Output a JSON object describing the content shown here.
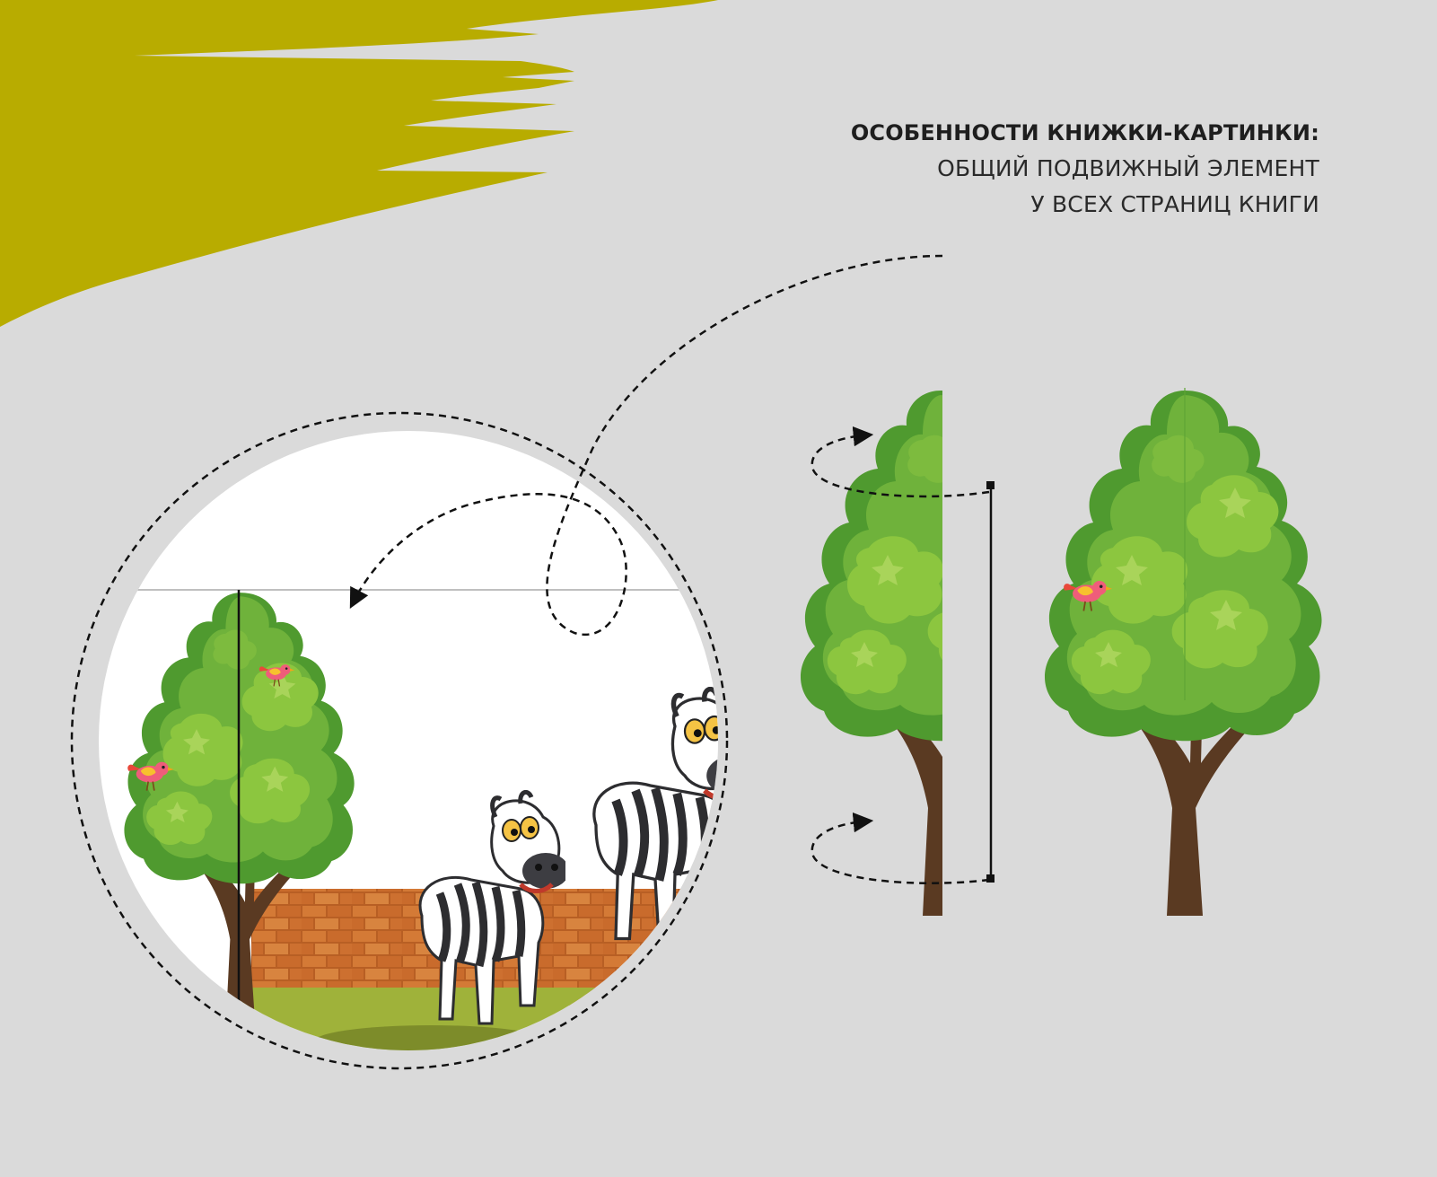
{
  "heading": {
    "title": "ОСОБЕННОСТИ КНИЖКИ-КАРТИНКИ:",
    "line1": "ОБЩИЙ ПОДВИЖНЫЙ ЭЛЕМЕНТ",
    "line2": "У ВСЕХ СТРАНИЦ КНИГИ"
  },
  "colors": {
    "background": "#dadada",
    "brush_stroke": "#b8ac00",
    "tree_dark": "#4f9a2f",
    "tree_mid": "#6fb23b",
    "tree_light": "#8cc63f",
    "tree_highlight": "#a9d45a",
    "trunk": "#5a3a22",
    "dashes": "#111111"
  },
  "icons": [
    "brush-stroke",
    "tree-illustration",
    "zebra-illustration",
    "bird-icon",
    "brick-wall",
    "arrow-head"
  ]
}
